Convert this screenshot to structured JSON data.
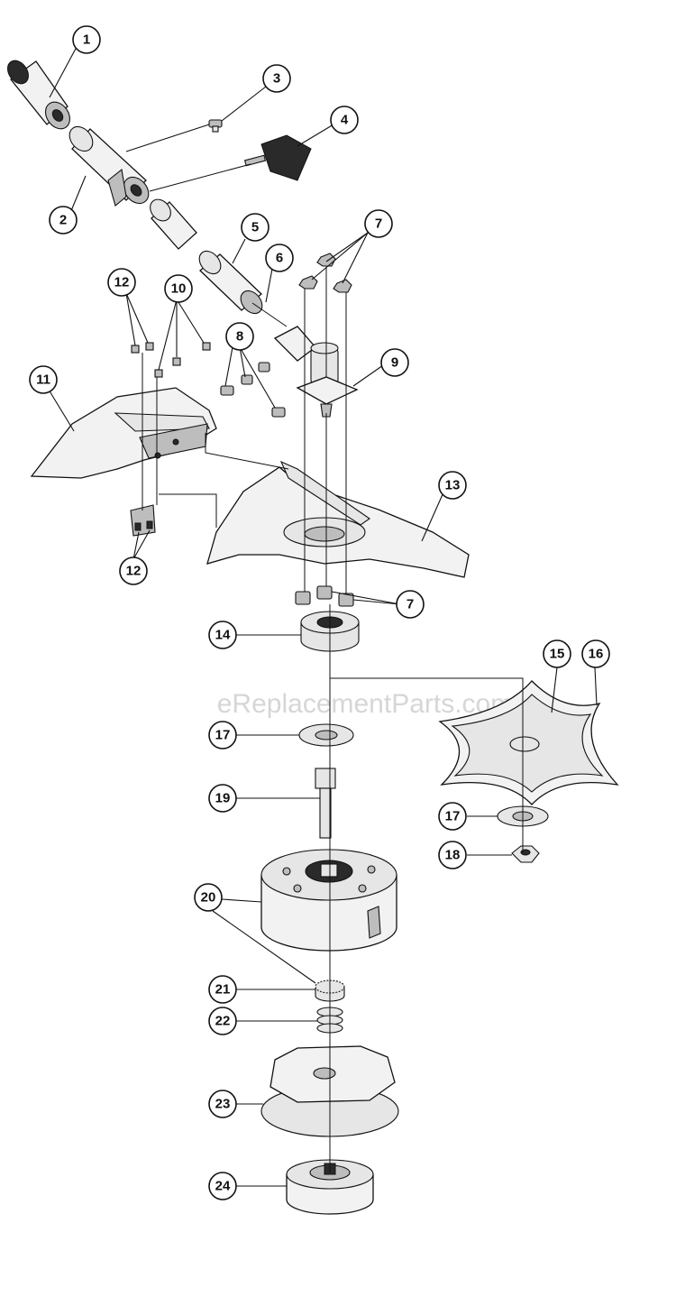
{
  "watermark": "eReplacementParts.com",
  "callouts": {
    "c1": "1",
    "c2": "2",
    "c3": "3",
    "c4": "4",
    "c5": "5",
    "c6": "6",
    "c7a": "7",
    "c7b": "7",
    "c8": "8",
    "c9": "9",
    "c10": "10",
    "c11": "11",
    "c12a": "12",
    "c12b": "12",
    "c13": "13",
    "c14": "14",
    "c15": "15",
    "c16": "16",
    "c17a": "17",
    "c17b": "17",
    "c18": "18",
    "c19": "19",
    "c20": "20",
    "c21": "21",
    "c22": "22",
    "c23": "23",
    "c24": "24"
  }
}
